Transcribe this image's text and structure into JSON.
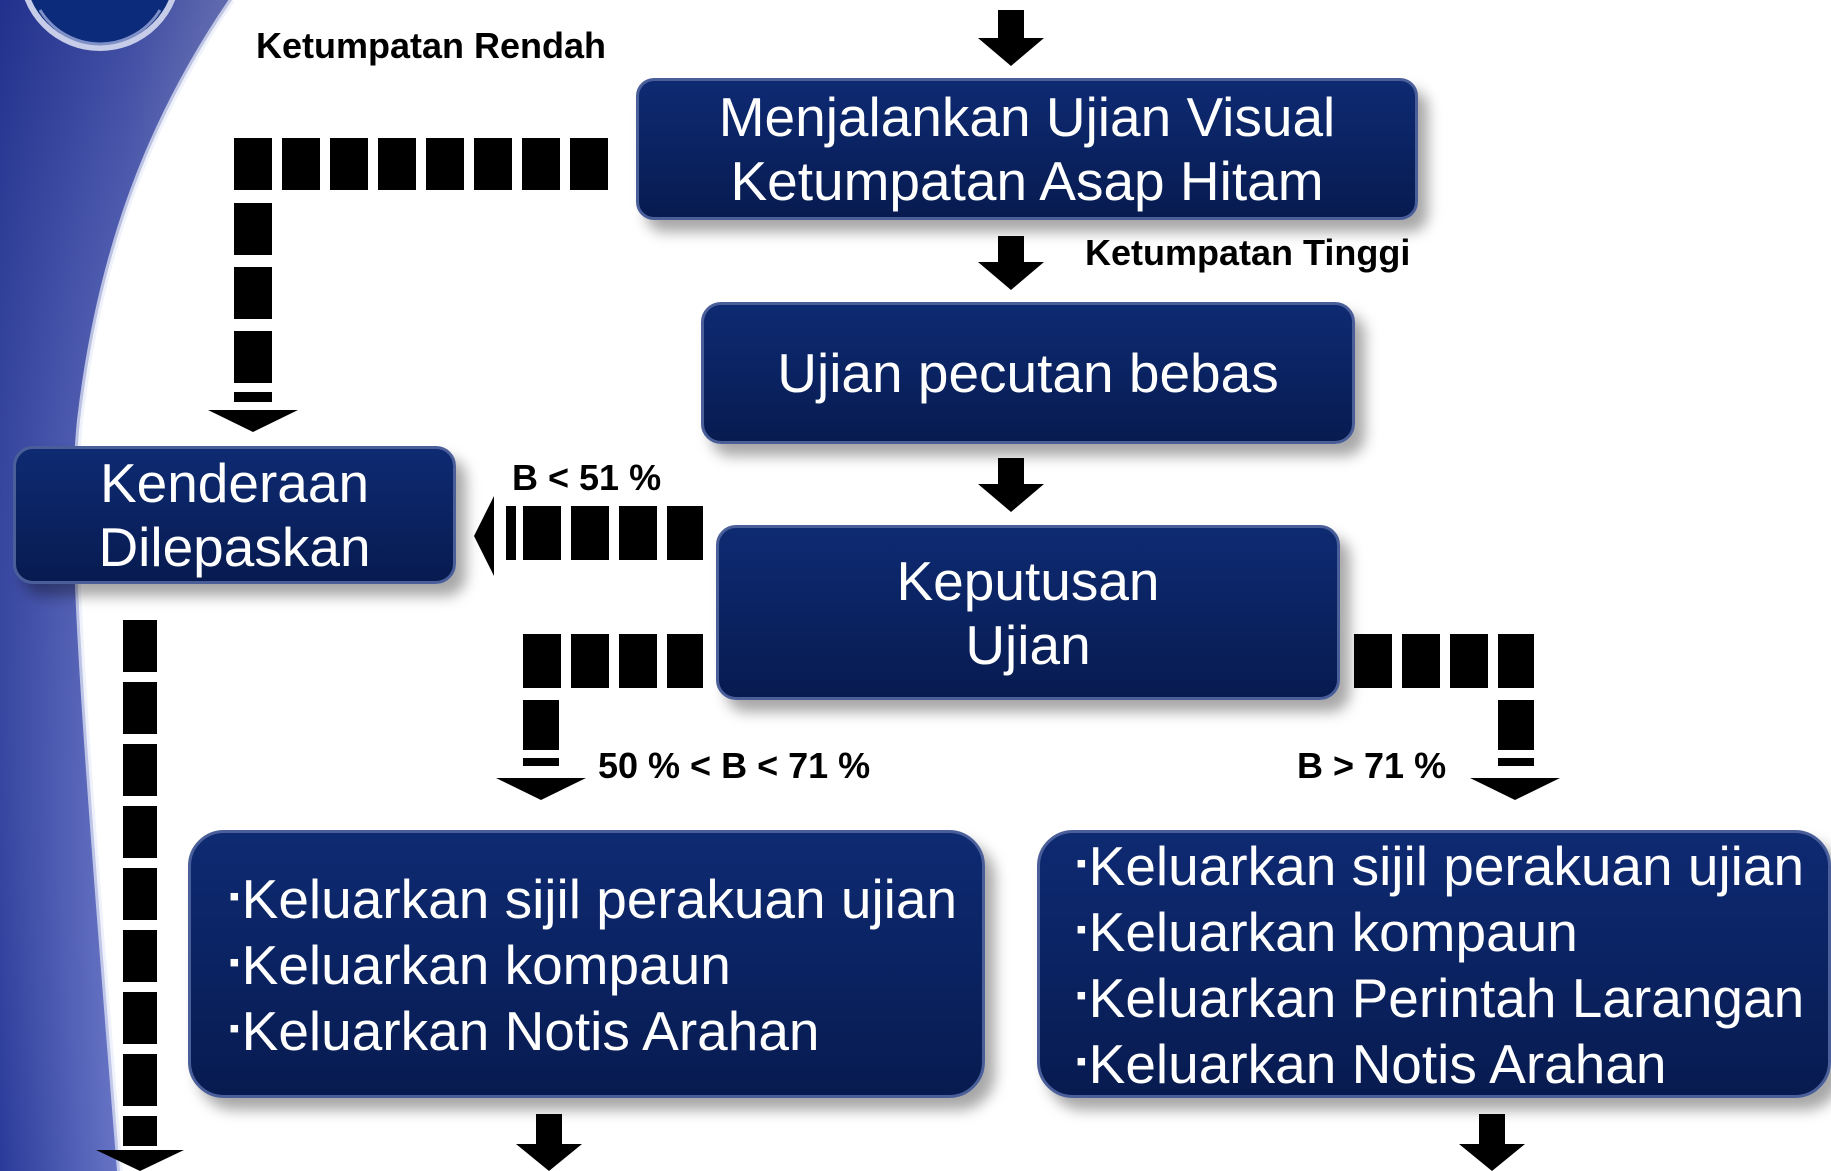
{
  "nodes": {
    "visual_test": [
      "Menjalankan Ujian Visual",
      "Ketumpatan Asap Hitam"
    ],
    "acceleration_test": "Ujian pecutan bebas",
    "released": [
      "Kenderaan",
      "Dilepaskan"
    ],
    "decision": [
      "Keputusan",
      "Ujian"
    ],
    "outcome_mid": [
      "Keluarkan sijil perakuan ujian",
      "Keluarkan kompaun",
      "Keluarkan Notis Arahan"
    ],
    "outcome_high": [
      "Keluarkan sijil perakuan ujian",
      "Keluarkan kompaun",
      "Keluarkan Perintah Larangan",
      "Keluarkan Notis Arahan"
    ]
  },
  "edges": {
    "low_density": "Ketumpatan Rendah",
    "high_density": "Ketumpatan Tinggi",
    "below_51": "B < 51 %",
    "between_50_71": "50 % < B < 71 %",
    "above_71": "B > 71 %"
  },
  "bullet_symbol": "▪",
  "colors": {
    "box_fill": "#0a2260",
    "box_border": "#4a5f9a",
    "arrow": "#000000",
    "sidebar": "#3a4aa8"
  }
}
